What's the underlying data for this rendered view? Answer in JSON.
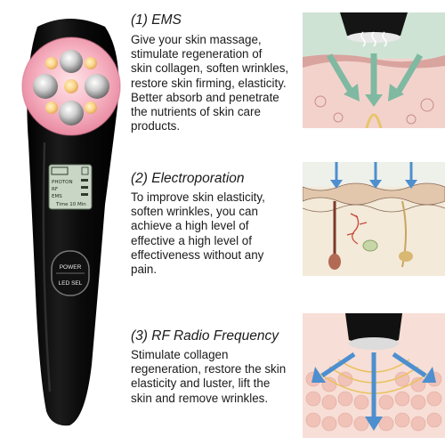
{
  "device": {
    "lcd_lines": [
      "PHOTON",
      "RF",
      "EMS",
      "Time 10 Min"
    ],
    "power_label": "POWER",
    "mode_label": "LED SEL",
    "body_color": "#0d0d0d",
    "led_color": "#f3a3b5"
  },
  "sections": [
    {
      "title": "(1) EMS",
      "body_lines": [
        "Give your skin massage,",
        "stimulate regeneration of",
        "skin collagen, soften wrinkles,",
        "restore skin firming, elasticity.",
        "Better absorb and penetrate",
        "the nutrients of skin care",
        "products."
      ]
    },
    {
      "title": "(2) Electroporation",
      "body_lines": [
        "To improve skin elasticity,",
        "soften wrinkles, you can",
        "achieve a high level of",
        "effective a high level of",
        "effectiveness without any",
        "pain."
      ]
    },
    {
      "title": "(3) RF Radio Frequency",
      "body_lines": [
        "Stimulate collagen",
        "regeneration, restore the skin",
        "elasticity and luster, lift the",
        "skin and remove wrinkles."
      ]
    }
  ],
  "colors": {
    "skin_pink": "#f2c4bf",
    "skin_top": "#cde2d4",
    "arrow_green": "#7fb9a1",
    "arrow_blue": "#4d8fcf"
  }
}
